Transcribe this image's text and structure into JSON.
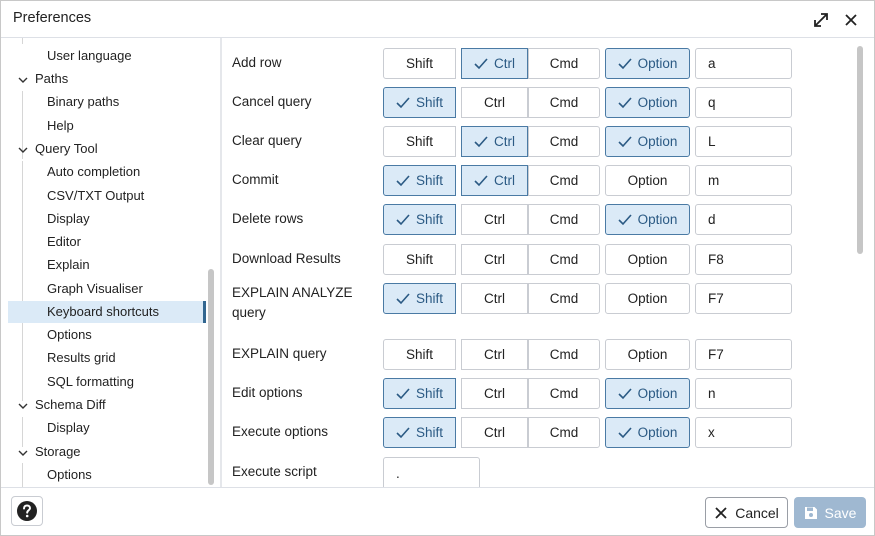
{
  "window": {
    "title": "Preferences"
  },
  "sidebar": {
    "items": [
      {
        "label": "User language"
      },
      {
        "label": "Paths"
      },
      {
        "label": "Binary paths"
      },
      {
        "label": "Help"
      },
      {
        "label": "Query Tool"
      },
      {
        "label": "Auto completion"
      },
      {
        "label": "CSV/TXT Output"
      },
      {
        "label": "Display"
      },
      {
        "label": "Editor"
      },
      {
        "label": "Explain"
      },
      {
        "label": "Graph Visualiser"
      },
      {
        "label": "Keyboard shortcuts"
      },
      {
        "label": "Options"
      },
      {
        "label": "Results grid"
      },
      {
        "label": "SQL formatting"
      },
      {
        "label": "Schema Diff"
      },
      {
        "label": "Display"
      },
      {
        "label": "Storage"
      },
      {
        "label": "Options"
      }
    ],
    "selected": "Keyboard shortcuts"
  },
  "modifiers": {
    "shift": "Shift",
    "ctrl": "Ctrl",
    "cmd": "Cmd",
    "option": "Option"
  },
  "shortcuts": [
    {
      "label": "Add row",
      "shift": false,
      "ctrl": true,
      "cmd": false,
      "option": true,
      "key": "a"
    },
    {
      "label": "Cancel query",
      "shift": true,
      "ctrl": false,
      "cmd": false,
      "option": true,
      "key": "q"
    },
    {
      "label": "Clear query",
      "shift": false,
      "ctrl": true,
      "cmd": false,
      "option": true,
      "key": "L"
    },
    {
      "label": "Commit",
      "shift": true,
      "ctrl": true,
      "cmd": false,
      "option": false,
      "key": "m"
    },
    {
      "label": "Delete rows",
      "shift": true,
      "ctrl": false,
      "cmd": false,
      "option": true,
      "key": "d"
    },
    {
      "label": "Download Results",
      "shift": false,
      "ctrl": false,
      "cmd": false,
      "option": false,
      "key": "F8"
    },
    {
      "label": "EXPLAIN ANALYZE query",
      "shift": true,
      "ctrl": false,
      "cmd": false,
      "option": false,
      "key": "F7"
    },
    {
      "label": "EXPLAIN query",
      "shift": false,
      "ctrl": false,
      "cmd": false,
      "option": false,
      "key": "F7"
    },
    {
      "label": "Edit options",
      "shift": true,
      "ctrl": false,
      "cmd": false,
      "option": true,
      "key": "n"
    },
    {
      "label": "Execute options",
      "shift": true,
      "ctrl": false,
      "cmd": false,
      "option": true,
      "key": "x"
    },
    {
      "label": "Execute script",
      "partial_value": "."
    }
  ],
  "footer": {
    "cancel_label": "Cancel",
    "save_label": "Save"
  },
  "colors": {
    "accent": "#326690",
    "checked_bg": "#dbeaf7",
    "save_disabled": "#9fb8d1"
  },
  "icons": [
    "expand-icon",
    "close-icon",
    "chevron-down-icon",
    "check-icon",
    "help-icon",
    "cancel-x-icon",
    "save-disk-icon"
  ]
}
